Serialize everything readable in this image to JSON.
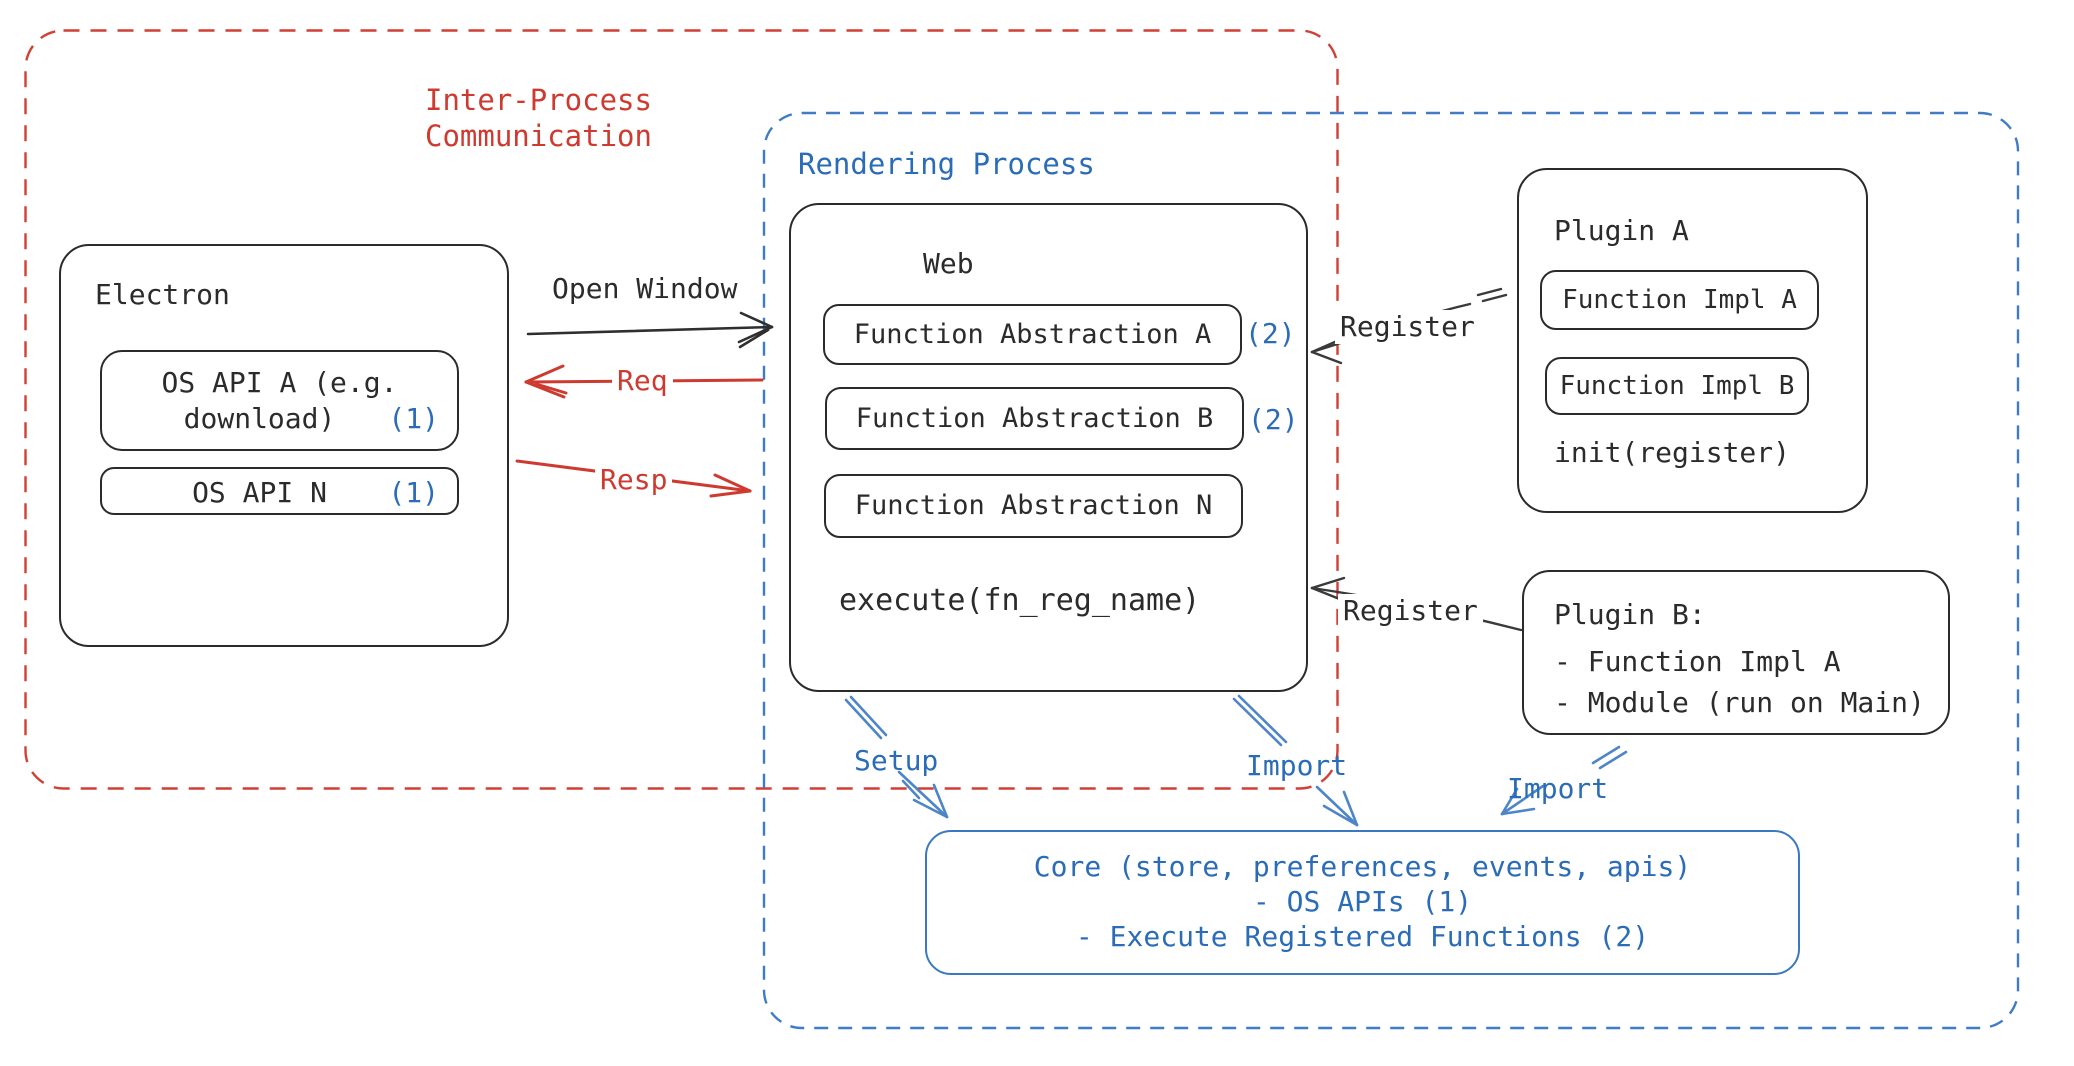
{
  "colors": {
    "red_accent": "#cf3a30",
    "blue_accent": "#2b6cb8",
    "blue_arrow": "#4d85c8",
    "ink": "#2b2b2b"
  },
  "regions": {
    "ipc": {
      "label_line1": "Inter-Process",
      "label_line2": "Communication"
    },
    "rendering": {
      "label": "Rendering Process"
    }
  },
  "electron": {
    "title": "Electron",
    "os_api_a": {
      "line1": "OS API A (e.g.",
      "line2": "download)",
      "badge": "(1)"
    },
    "os_api_n": {
      "label": "OS API N",
      "badge": "(1)"
    }
  },
  "web": {
    "title": "Web",
    "abstractions": [
      {
        "label": "Function Abstraction A",
        "badge": "(2)"
      },
      {
        "label": "Function Abstraction B",
        "badge": "(2)"
      },
      {
        "label": "Function Abstraction N",
        "badge": ""
      }
    ],
    "execute": "execute(fn_reg_name)"
  },
  "plugin_a": {
    "title": "Plugin A",
    "impls": [
      "Function Impl A",
      "Function Impl B"
    ],
    "init": "init(register)"
  },
  "plugin_b": {
    "title": "Plugin B:",
    "items": [
      "- Function Impl A",
      "- Module (run on Main)"
    ]
  },
  "core": {
    "lines": [
      "Core (store, preferences, events, apis)",
      "- OS APIs (1)",
      "- Execute Registered Functions (2)"
    ]
  },
  "arrows": {
    "open_window": "Open Window",
    "req": "Req",
    "resp": "Resp",
    "register_a": "Register",
    "register_b": "Register",
    "setup": "Setup",
    "import_web": "Import",
    "import_plugin": "Import"
  }
}
